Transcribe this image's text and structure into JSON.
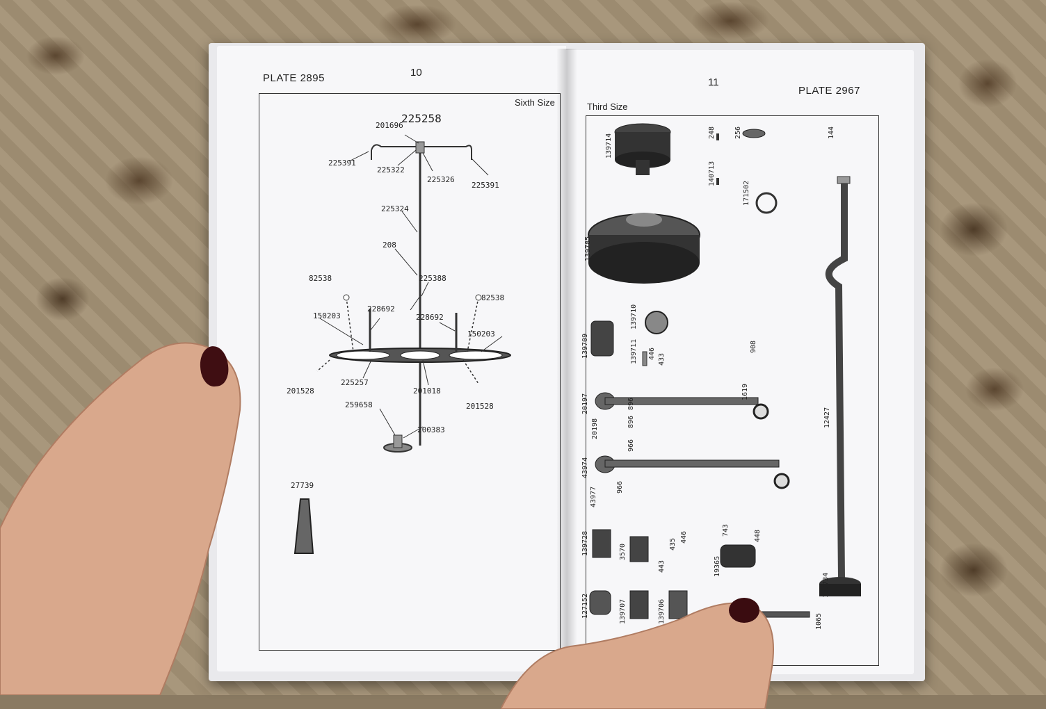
{
  "left_page": {
    "plate": "PLATE  2895",
    "page_number": "10",
    "size_label": "Sixth Size",
    "assembly_number": "225258",
    "part_numbers": [
      "201696",
      "225391",
      "225322",
      "225326",
      "225391",
      "225324",
      "208",
      "225388",
      "82538",
      "82538",
      "228692",
      "228692",
      "150203",
      "150203",
      "201528",
      "225257",
      "201018",
      "201528",
      "259658",
      "200383",
      "27739"
    ]
  },
  "right_page": {
    "plate": "PLATE  2967",
    "page_number": "11",
    "size_label": "Third Size",
    "part_numbers": [
      "139714",
      "248",
      "256",
      "144",
      "140713",
      "171502",
      "139785",
      "12427",
      "139709",
      "139710",
      "139711",
      "446",
      "433",
      "908",
      "1619",
      "896",
      "20197",
      "20198",
      "896",
      "966",
      "43974",
      "43977",
      "966",
      "139728",
      "3570",
      "443",
      "435",
      "446",
      "743",
      "448",
      "19365",
      "139734",
      "127152",
      "139707",
      "139706",
      "1065"
    ]
  },
  "colors": {
    "paper": "#f7f7f9",
    "ink": "#222222",
    "backdrop": "#9c8b70"
  }
}
